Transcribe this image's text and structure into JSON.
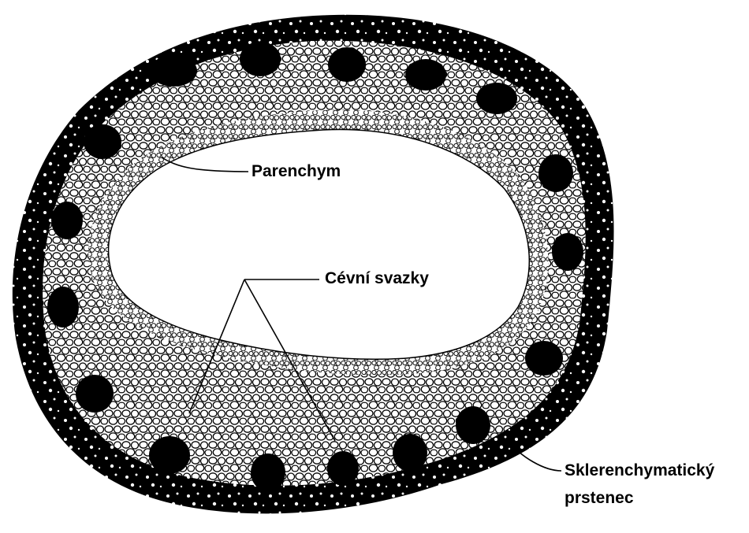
{
  "colors": {
    "ink": "#000000",
    "background": "#ffffff"
  },
  "labels": {
    "parenchym": "Parenchym",
    "cevni_svazky": "Cévní svazky",
    "sklerenchym_line1": "Sklerenchymatický",
    "sklerenchym_line2": "prstenec"
  }
}
